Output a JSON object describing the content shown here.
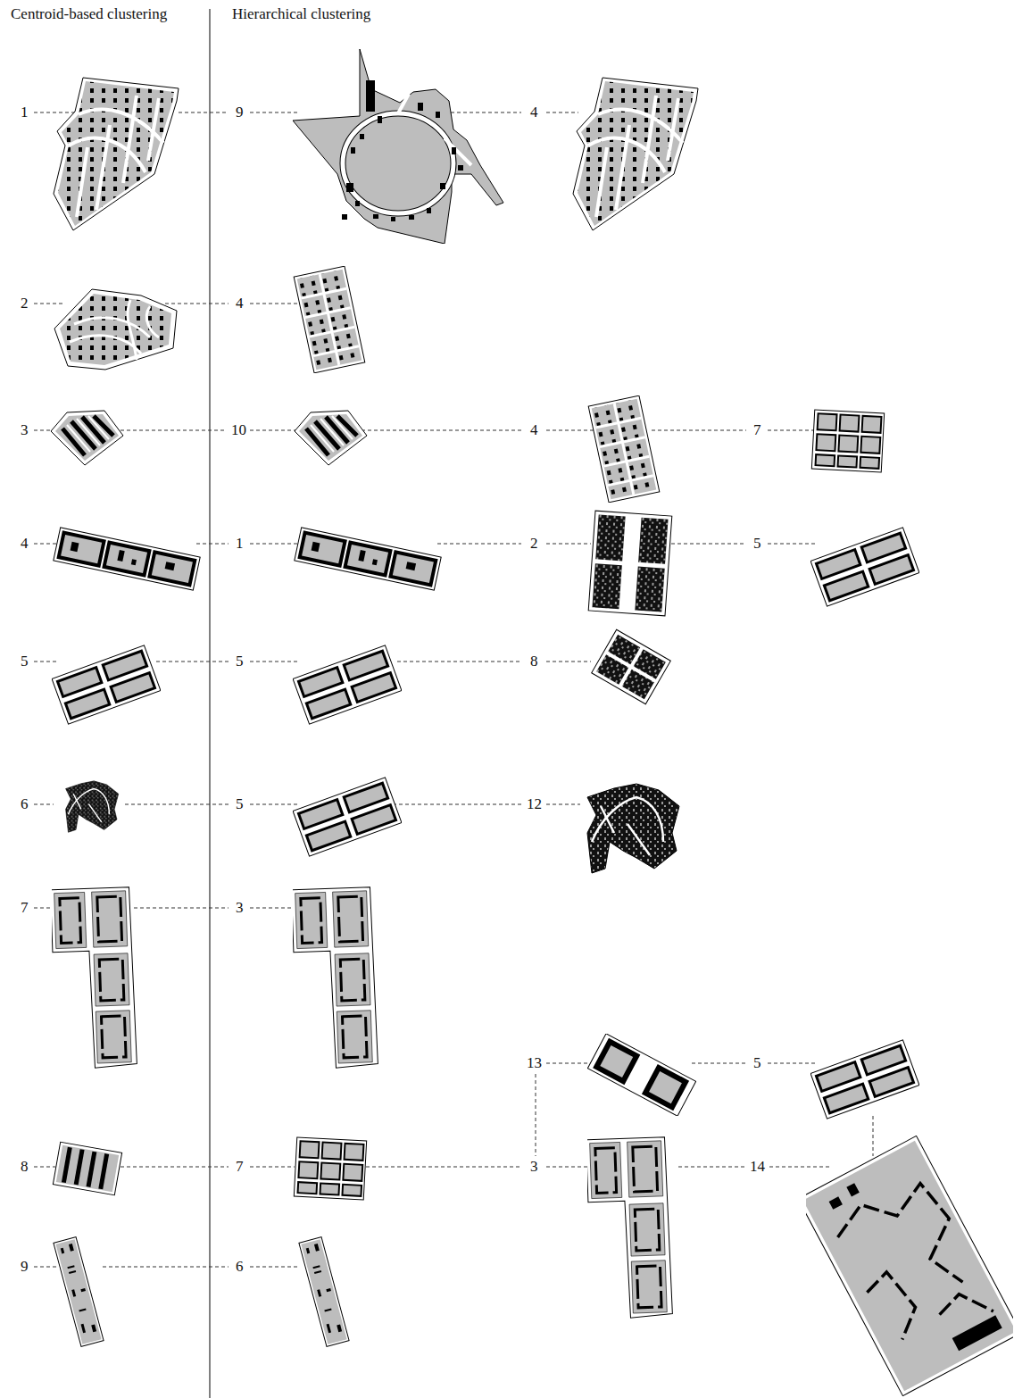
{
  "diagram": {
    "labels": [
      "Centroid-based clustering",
      "Hierarchical clustering",
      "1",
      "9",
      "4",
      "2",
      "4",
      "3",
      "10",
      "4",
      "7",
      "4",
      "1",
      "2",
      "5",
      "5",
      "5",
      "8",
      "6",
      "5",
      "12",
      "7",
      "3",
      "13",
      "5",
      "8",
      "7",
      "3",
      "14",
      "9",
      "6"
    ]
  }
}
